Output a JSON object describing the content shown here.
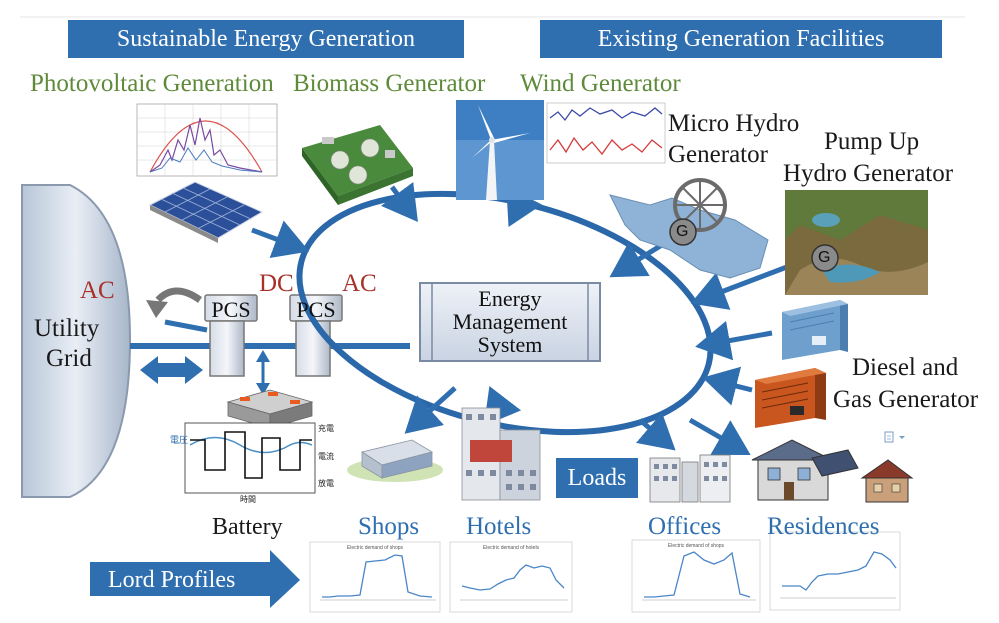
{
  "banners": {
    "sustainable": "Sustainable Energy Generation",
    "existing": "Existing Generation Facilities"
  },
  "generators": {
    "photovoltaic": "Photovoltaic Generation",
    "biomass": "Biomass Generator",
    "wind": "Wind Generator",
    "micro_hydro_1": "Micro Hydro",
    "micro_hydro_2": "Generator",
    "pump_up_1": "Pump Up",
    "pump_up_2": "Hydro Generator",
    "diesel_1": "Diesel and",
    "diesel_2": "Gas Generator"
  },
  "grid": {
    "line1": "Utility",
    "line2": "Grid",
    "ac_left": "AC",
    "dc": "DC",
    "ac_right": "AC",
    "pcs_1": "PCS",
    "pcs_2": "PCS",
    "battery": "Battery",
    "g_symbol_1": "G",
    "g_symbol_2": "G"
  },
  "ems": {
    "line1": "Energy",
    "line2": "Management",
    "line3": "System"
  },
  "loads": {
    "label": "Loads",
    "shops": "Shops",
    "hotels": "Hotels",
    "offices": "Offices",
    "residences": "Residences"
  },
  "profiles": {
    "label": "Lord Profiles",
    "shops_title": "Electric demand of shops",
    "hotels_title": "Electric demand of hotels",
    "offices_title": "Electric demand of shops",
    "residences_title": ""
  },
  "battery_chart": {
    "voltage_label": "電圧",
    "time_label": "時間",
    "charge_label": "充電",
    "current_label": "電流",
    "discharge_label": "放電"
  },
  "colors": {
    "banner": "#2f6fb0",
    "arrow": "#2f6fb0",
    "green_text": "#5e8a3a",
    "red_text": "#a8322a",
    "ellipse": "#2a68aa"
  }
}
